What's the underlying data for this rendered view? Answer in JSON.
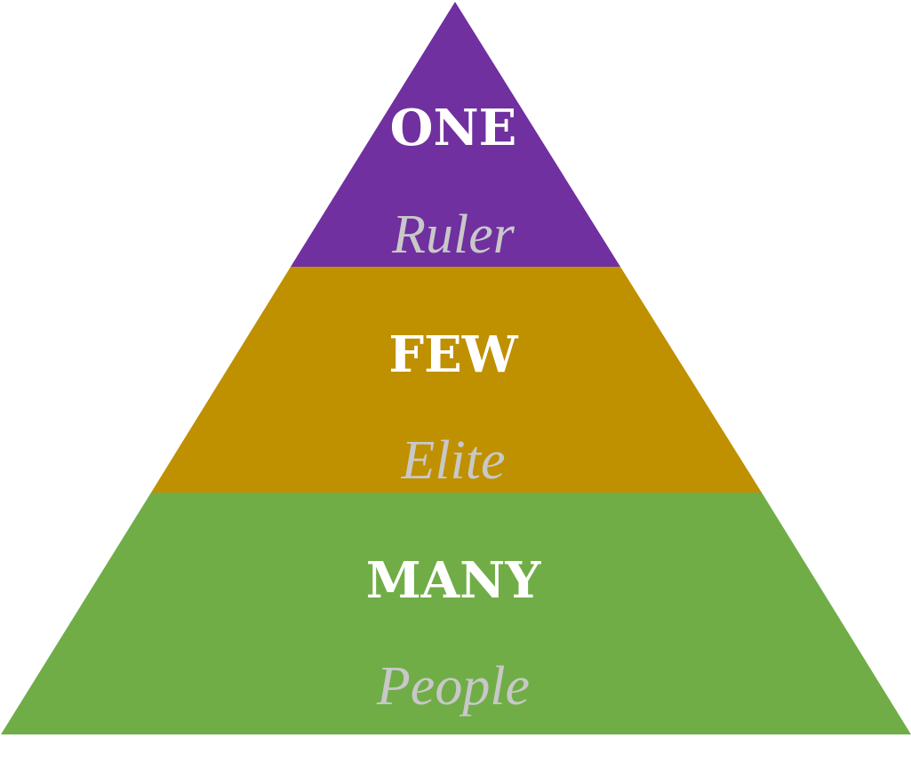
{
  "pyramid": {
    "tiers": [
      {
        "title": "ONE",
        "subtitle": "Ruler",
        "color": "#7030a0"
      },
      {
        "title": "FEW",
        "subtitle": "Elite",
        "color": "#bf9000"
      },
      {
        "title": "MANY",
        "subtitle": "People",
        "color": "#70ad47"
      }
    ]
  }
}
